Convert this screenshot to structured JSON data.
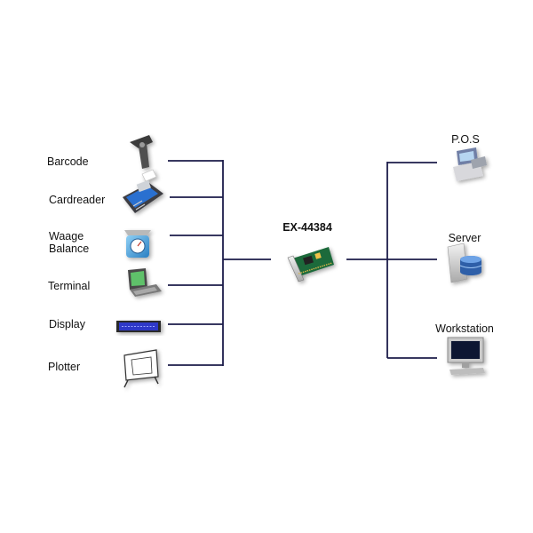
{
  "hub": {
    "label": "EX-44384"
  },
  "left_devices": [
    {
      "label": "Barcode"
    },
    {
      "label": "Cardreader"
    },
    {
      "label": "Waage\nBalance",
      "line1": "Waage",
      "line2": "Balance"
    },
    {
      "label": "Terminal"
    },
    {
      "label": "Display"
    },
    {
      "label": "Plotter"
    }
  ],
  "right_devices": [
    {
      "label": "P.O.S"
    },
    {
      "label": "Server"
    },
    {
      "label": "Workstation"
    }
  ],
  "colors": {
    "line": "#1c1c4a",
    "display_led": "#2f38c8"
  }
}
